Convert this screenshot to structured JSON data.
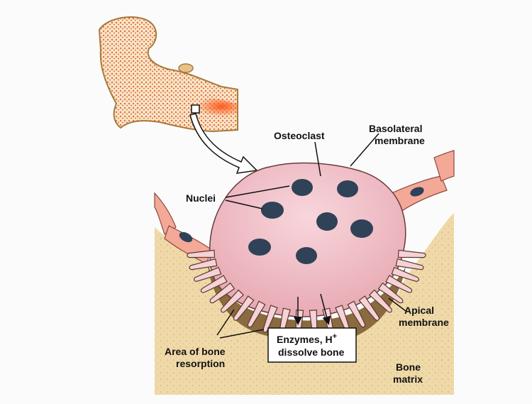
{
  "labels": {
    "osteoclast": "Osteoclast",
    "basolateral_line1": "Basolateral",
    "basolateral_line2": "membrane",
    "nuclei": "Nuclei",
    "apical_line1": "Apical",
    "apical_line2": "membrane",
    "area_line1": "Area of bone",
    "area_line2": "resorption",
    "bone_line1": "Bone",
    "bone_line2": "matrix"
  },
  "callout": {
    "line1": "Enzymes, H",
    "superscript": "+",
    "line2": "dissolve bone"
  },
  "colors": {
    "bone_matrix": "#f0d9a8",
    "cell_body": "#f0bcc4",
    "nucleus": "#2f4257",
    "marrow_red": "#e8452c",
    "neighbor_cell": "#f4a898"
  }
}
